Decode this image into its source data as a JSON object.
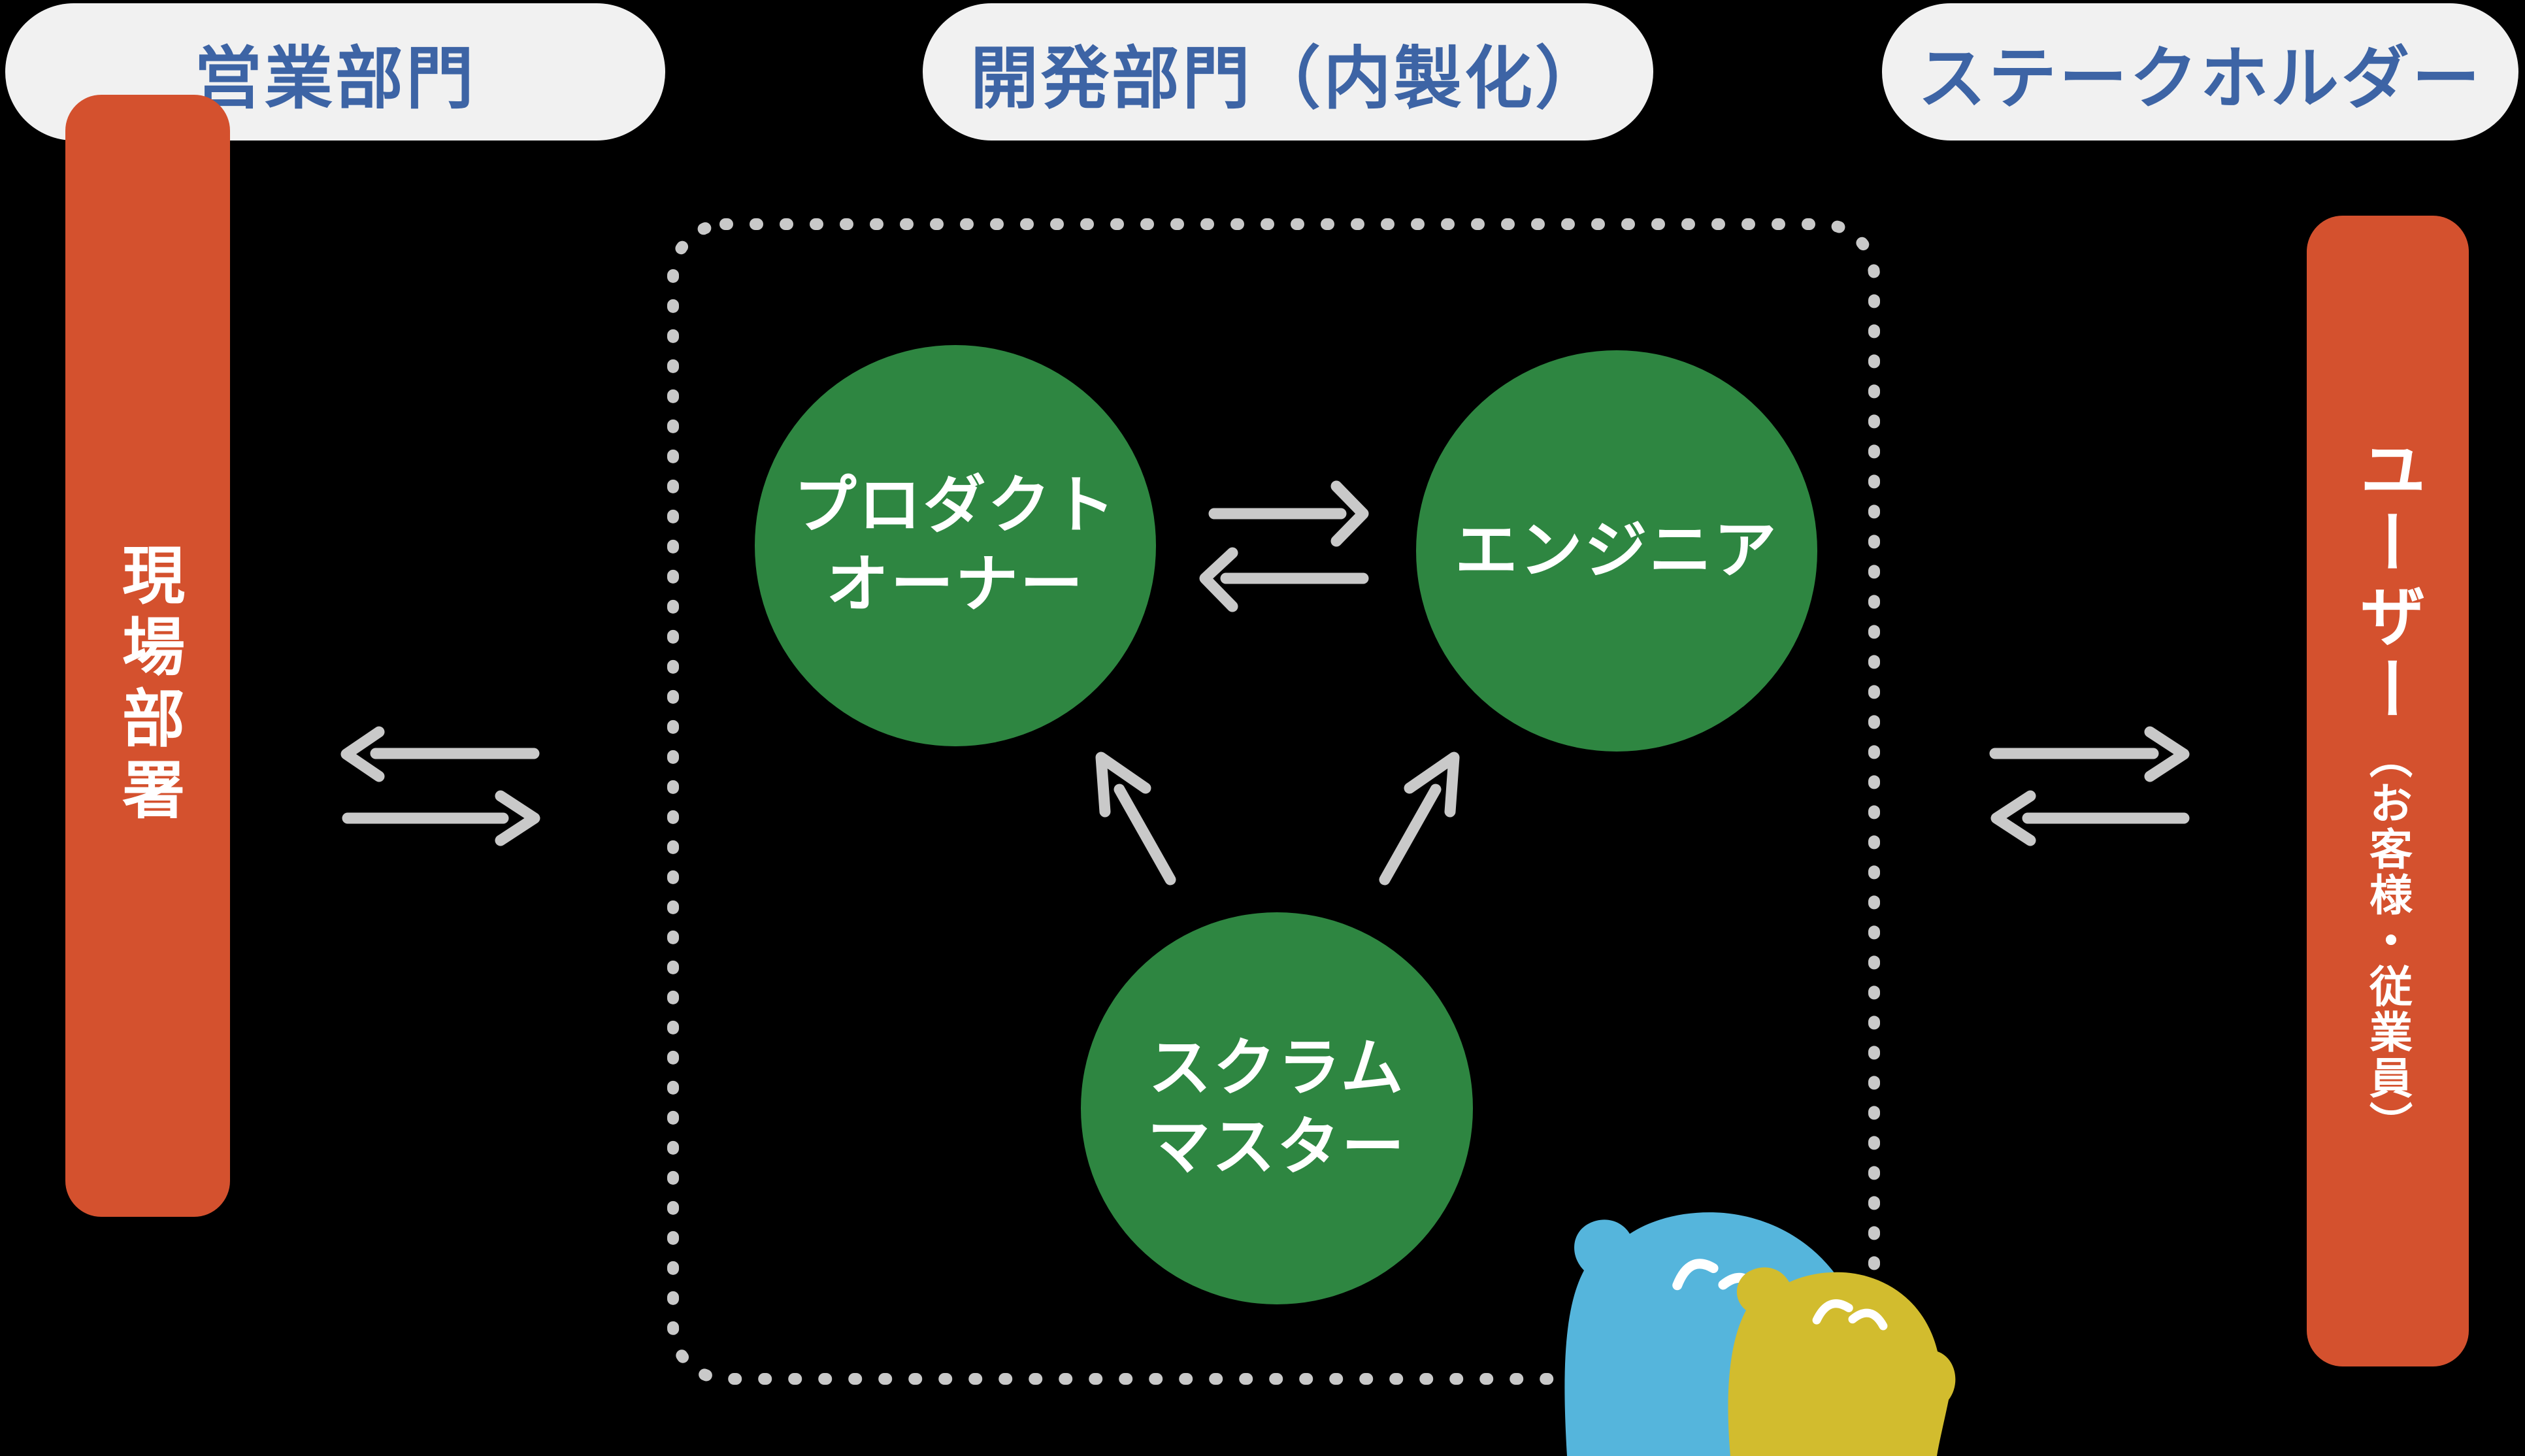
{
  "colors": {
    "background": "#000000",
    "pill_bg": "#F1F1F1",
    "header_text": "#3D64A5",
    "bar_fill": "#D4512E",
    "bar_text": "#FFFFFF",
    "circle_fill": "#2E8641",
    "circle_text": "#FFFFFF",
    "arrow": "#C9C9C9",
    "dotted_border": "#C9C9C9",
    "mascot_blue": "#55B5DC",
    "mascot_yellow": "#D2BC2E",
    "mascot_eyes": "#FFFFFF"
  },
  "headers": {
    "sales": "営業部門",
    "development": "開発部門（内製化）",
    "stakeholder": "ステークホルダー"
  },
  "sales_side": {
    "bar_label": "現場部署"
  },
  "stakeholder_side": {
    "bar_label_main": "ユーザー",
    "bar_label_sub": "（お客様・従業員）"
  },
  "dev_team": {
    "product_owner": {
      "line1": "プロダクト",
      "line2": "オーナー"
    },
    "engineer": {
      "line1": "エンジニア"
    },
    "scrum_master": {
      "line1": "スクラム",
      "line2": "マスター"
    }
  }
}
